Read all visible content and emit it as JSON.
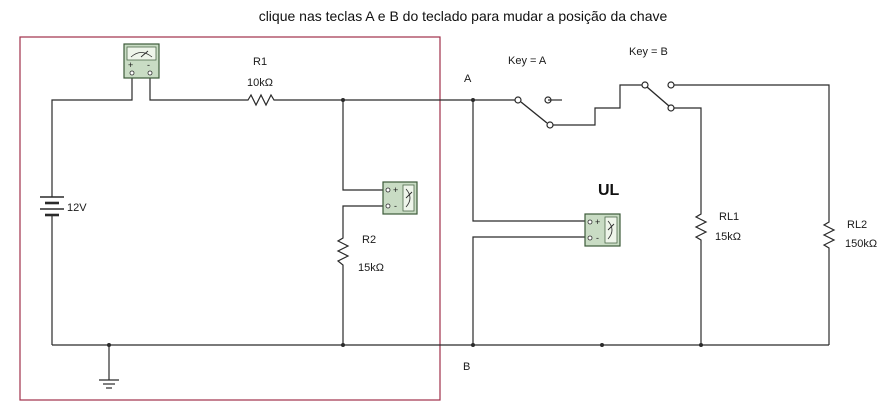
{
  "instruction": "clique nas teclas A e B do teclado  para mudar a posição da chave",
  "labels": {
    "r1_name": "R1",
    "r1_value": "10kΩ",
    "r2_name": "R2",
    "r2_value": "15kΩ",
    "battery_value": "12V",
    "node_a": "A",
    "node_b": "B",
    "key_a": "Key = A",
    "key_b": "Key = B",
    "ul": "UL",
    "rl1_name": "RL1",
    "rl1_value": "15kΩ",
    "rl2_name": "RL2",
    "rl2_value": "150kΩ"
  },
  "meter": {
    "plus": "+",
    "minus": "-"
  },
  "colors": {
    "wire": "#2a2a2a",
    "enclosure": "#a0304a",
    "meter_body": "#c9dcc4"
  }
}
